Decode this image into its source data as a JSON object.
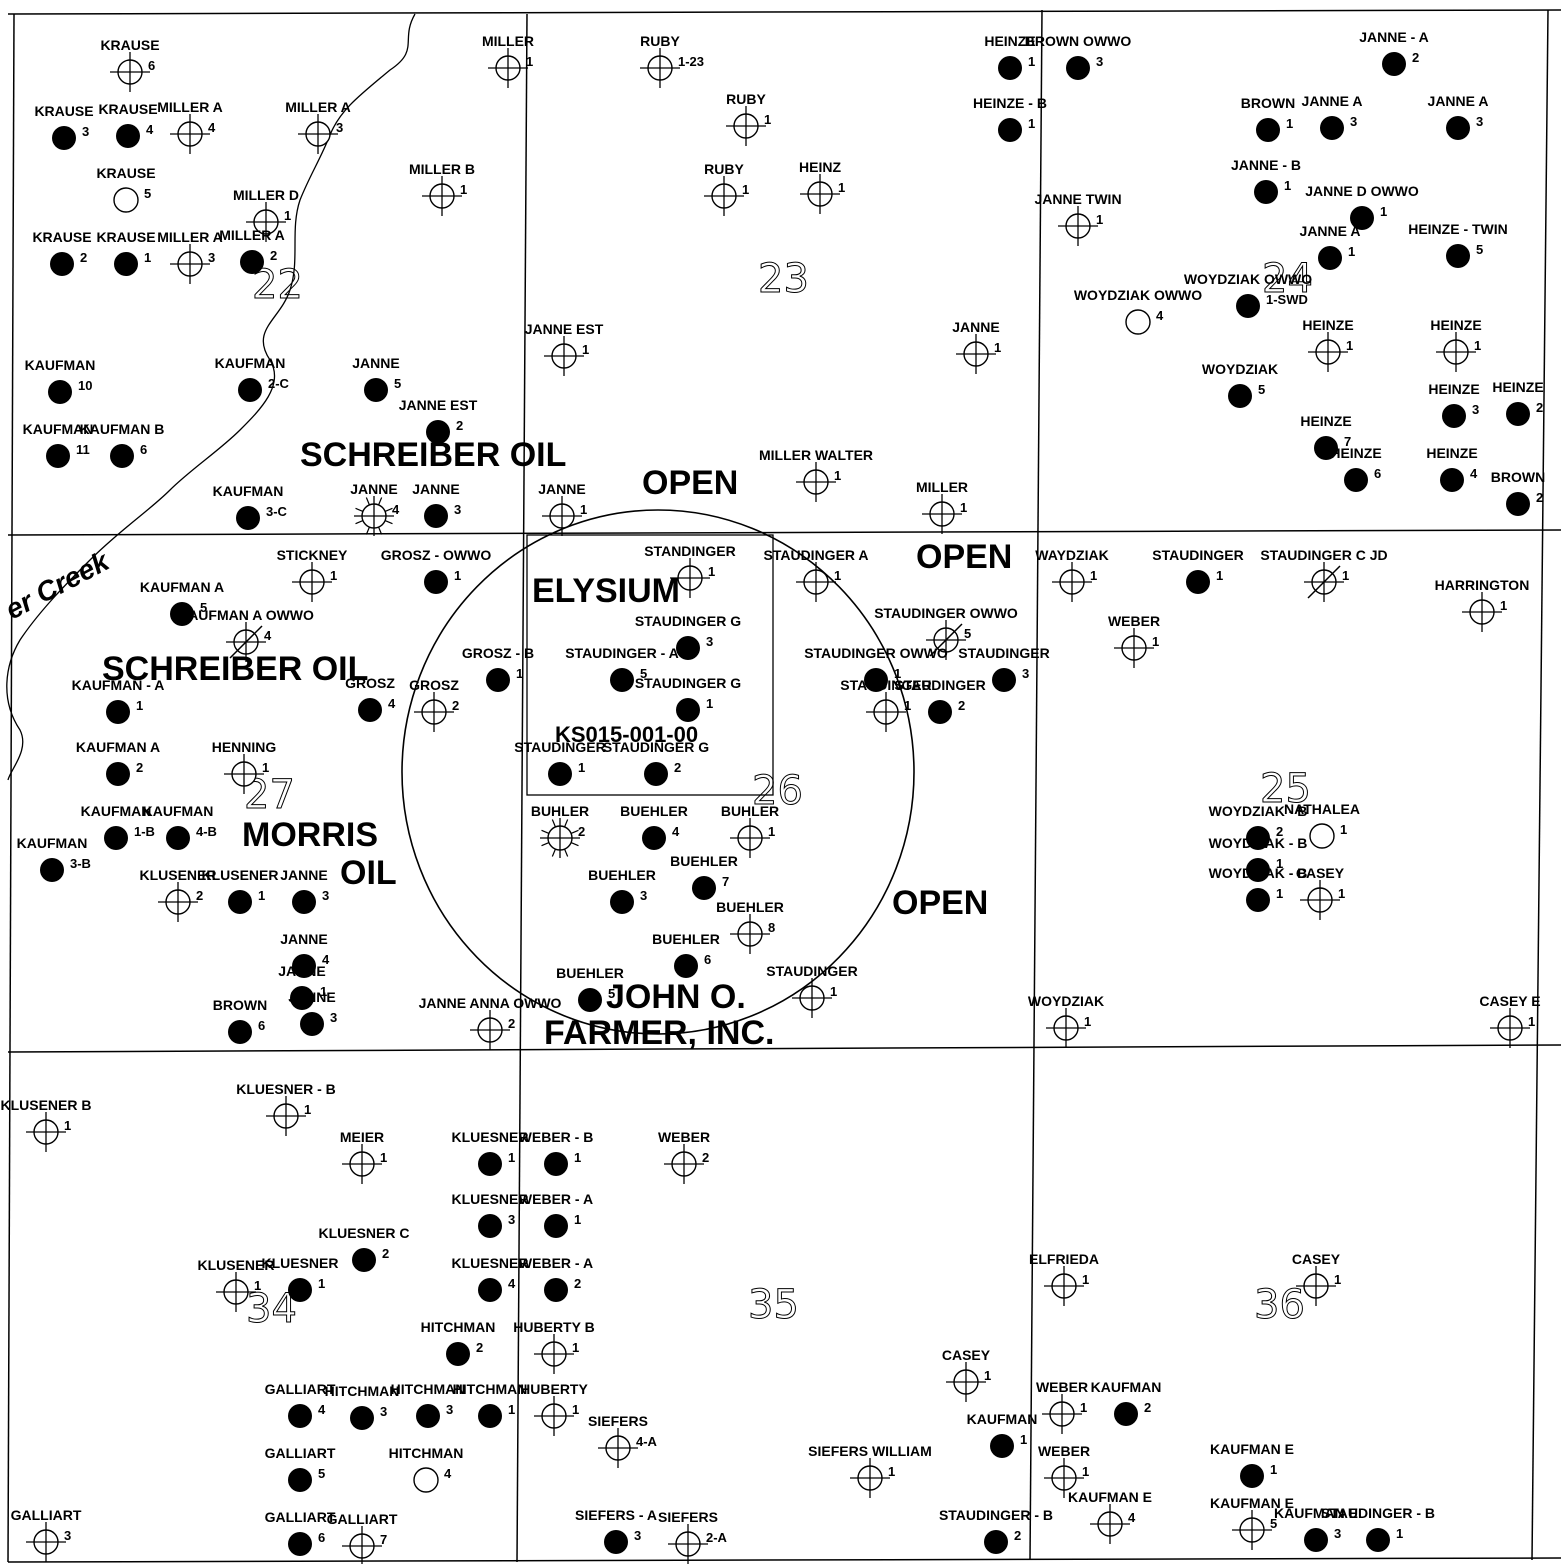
{
  "colors": {
    "ink": "#000000",
    "paper": "#ffffff"
  },
  "sections": [
    "22",
    "23",
    "24",
    "27",
    "26",
    "25",
    "34",
    "35",
    "36"
  ],
  "operators": {
    "schreiber_oil_1": "SCHREIBER OIL",
    "schreiber_oil_2": "SCHREIBER OIL",
    "open_1": "OPEN",
    "open_2": "OPEN",
    "open_3": "OPEN",
    "elysium": "ELYSIUM",
    "morris": "MORRIS",
    "oil": "OIL",
    "john_o": "JOHN O.",
    "farmer": "FARMER, INC."
  },
  "lease_id": "KS015-001-00",
  "creek": "er Creek",
  "wells": [
    [
      "KRAUSE",
      "6",
      "open"
    ],
    [
      "MILLER",
      "1",
      "open"
    ],
    [
      "RUBY",
      "1-23",
      "open"
    ],
    [
      "MILLER A",
      "4",
      "open"
    ],
    [
      "MILLER A",
      "3",
      "open"
    ],
    [
      "RUBY",
      "1",
      "open"
    ],
    [
      "MILLER B",
      "1",
      "open"
    ],
    [
      "RUBY",
      "1",
      "open"
    ],
    [
      "HEINZ",
      "1",
      "open"
    ],
    [
      "KRAUSE",
      "5",
      "empty"
    ],
    [
      "MILLER D",
      "1",
      "open"
    ],
    [
      "KRAUSE",
      "3",
      "dry"
    ],
    [
      "KRAUSE",
      "4",
      "dry"
    ],
    [
      "KRAUSE",
      "2",
      "dry"
    ],
    [
      "KRAUSE",
      "1",
      "dry"
    ],
    [
      "MILLER A",
      "3",
      "open"
    ],
    [
      "MILLER A",
      "2",
      "dry"
    ],
    [
      "KAUFMAN",
      "10",
      "dry"
    ],
    [
      "KAUFMAN",
      "11",
      "dry"
    ],
    [
      "KAUFMAN B",
      "6",
      "dry"
    ],
    [
      "JANNE EST",
      "1",
      "open"
    ],
    [
      "JANNE",
      "5",
      "dry"
    ],
    [
      "JANNE EST",
      "2",
      "dry"
    ],
    [
      "KAUFMAN",
      "2-C",
      "dry"
    ],
    [
      "KAUFMAN",
      "3-C",
      "dry"
    ],
    [
      "JANNE",
      "3",
      "dry"
    ],
    [
      "JANNE",
      "4",
      "gas"
    ],
    [
      "JANNE",
      "1",
      "open"
    ],
    [
      "MILLER WALTER",
      "1",
      "open"
    ],
    [
      "MILLER",
      "1",
      "open"
    ],
    [
      "JANNE",
      "1",
      "open"
    ],
    [
      "HEINZE",
      "1",
      "dry"
    ],
    [
      "BROWN OWWO",
      "3",
      "dry"
    ],
    [
      "HEINZE - B",
      "1",
      "dry"
    ],
    [
      "JANNE TWIN",
      "1",
      "open"
    ],
    [
      "JANNE - A",
      "2",
      "dry"
    ],
    [
      "BROWN",
      "1",
      "dry"
    ],
    [
      "JANNE A",
      "3",
      "dry"
    ],
    [
      "JANNE A",
      "3",
      "dry"
    ],
    [
      "JANNE - B",
      "1",
      "dry"
    ],
    [
      "JANNE D OWWO",
      "1",
      "dry"
    ],
    [
      "JANNE A",
      "1",
      "dry"
    ],
    [
      "HEINZE - TWIN",
      "5",
      "dry"
    ],
    [
      "WOYDZIAK OWWO",
      "4",
      "empty"
    ],
    [
      "WOYDZIAK OWWO",
      "1-SWD",
      "dry"
    ],
    [
      "HEINZE",
      "1",
      "open"
    ],
    [
      "HEINZE",
      "1",
      "open"
    ],
    [
      "WOYDZIAK",
      "5",
      "dry"
    ],
    [
      "HEINZE",
      "3",
      "dry"
    ],
    [
      "HEINZE",
      "2",
      "dry"
    ],
    [
      "HEINZE",
      "7",
      "dry"
    ],
    [
      "HEINZE",
      "6",
      "dry"
    ],
    [
      "HEINZE",
      "4",
      "dry"
    ],
    [
      "BROWN",
      "2",
      "dry"
    ],
    [
      "STICKNEY",
      "1",
      "open"
    ],
    [
      "GROSZ - OWWO",
      "1",
      "dry"
    ],
    [
      "KAUFMAN A",
      "5",
      "dry"
    ],
    [
      "KAUFMAN A OWWO",
      "4",
      "plugged"
    ],
    [
      "KAUFMAN - A",
      "1",
      "dry"
    ],
    [
      "GROSZ - B",
      "1",
      "dry"
    ],
    [
      "GROSZ",
      "2",
      "open"
    ],
    [
      "GROSZ",
      "4",
      "dry"
    ],
    [
      "HENNING",
      "1",
      "open"
    ],
    [
      "KAUFMAN A",
      "2",
      "dry"
    ],
    [
      "KAUFMAN",
      "1-B",
      "dry"
    ],
    [
      "KAUFMAN",
      "4-B",
      "dry"
    ],
    [
      "KAUFMAN",
      "3-B",
      "dry"
    ],
    [
      "KLUSENER",
      "2",
      "open"
    ],
    [
      "KLUSENER",
      "1",
      "dry"
    ],
    [
      "JANNE",
      "3",
      "dry"
    ],
    [
      "JANNE",
      "4",
      "dry"
    ],
    [
      "JANNE",
      "1",
      "dry"
    ],
    [
      "JANNE",
      "3",
      "dry"
    ],
    [
      "JANNE ANNA OWWO",
      "2",
      "open"
    ],
    [
      "BROWN",
      "6",
      "dry"
    ],
    [
      "STANDINGER",
      "1",
      "open"
    ],
    [
      "STAUDINGER A",
      "1",
      "open"
    ],
    [
      "STAUDINGER G",
      "3",
      "dry"
    ],
    [
      "STAUDINGER - A",
      "5",
      "dry"
    ],
    [
      "STAUDINGER G",
      "1",
      "dry"
    ],
    [
      "STAUDINGER",
      "1",
      "dry"
    ],
    [
      "STAUDINGER G",
      "2",
      "dry"
    ],
    [
      "STAUDINGER OWWO",
      "5",
      "plugged"
    ],
    [
      "STAUDINGER OWWO",
      "1",
      "dry"
    ],
    [
      "STAUDINGER",
      "3",
      "dry"
    ],
    [
      "STAUDINGER",
      "2",
      "dry"
    ],
    [
      "STAUDINGER",
      "1",
      "open"
    ],
    [
      "BUHLER",
      "2",
      "gas"
    ],
    [
      "BUEHLER",
      "4",
      "dry"
    ],
    [
      "BUHLER",
      "1",
      "open"
    ],
    [
      "BUEHLER",
      "3",
      "dry"
    ],
    [
      "BUEHLER",
      "7",
      "dry"
    ],
    [
      "BUEHLER",
      "8",
      "open"
    ],
    [
      "BUEHLER",
      "6",
      "dry"
    ],
    [
      "BUEHLER",
      "5",
      "dry"
    ],
    [
      "STAUDINGER",
      "1",
      "open"
    ],
    [
      "WAYDZIAK",
      "1",
      "open"
    ],
    [
      "STAUDINGER",
      "1",
      "dry"
    ],
    [
      "STAUDINGER C JD",
      "1",
      "plugged"
    ],
    [
      "HARRINGTON",
      "1",
      "open"
    ],
    [
      "WEBER",
      "1",
      "open"
    ],
    [
      "WOYDZIAK - B",
      "2",
      "dry"
    ],
    [
      "NATHALEA",
      "1",
      "empty"
    ],
    [
      "CASEY",
      "1",
      "open"
    ],
    [
      "WOYDZIAK - B",
      "1",
      "dry"
    ],
    [
      "WOYDZIAK - B",
      "1",
      "dry"
    ],
    [
      "WOYDZIAK",
      "1",
      "open"
    ],
    [
      "CASEY E",
      "1",
      "open"
    ],
    [
      "KLUESNER - B",
      "1",
      "open"
    ],
    [
      "KLUSENER B",
      "1",
      "open"
    ],
    [
      "MEIER",
      "1",
      "open"
    ],
    [
      "KLUESNER",
      "1",
      "dry"
    ],
    [
      "WEBER - B",
      "1",
      "dry"
    ],
    [
      "WEBER",
      "2",
      "open"
    ],
    [
      "KLUESNER",
      "3",
      "dry"
    ],
    [
      "WEBER - A",
      "1",
      "dry"
    ],
    [
      "KLUESNER C",
      "2",
      "dry"
    ],
    [
      "KLUESNER",
      "4",
      "dry"
    ],
    [
      "WEBER - A",
      "2",
      "dry"
    ],
    [
      "KLUESNER",
      "1",
      "dry"
    ],
    [
      "KLUSENER",
      "1",
      "open"
    ],
    [
      "HITCHMAN",
      "2",
      "dry"
    ],
    [
      "HUBERTY B",
      "1",
      "open"
    ],
    [
      "HUBERTY",
      "1",
      "open"
    ],
    [
      "SIEFERS",
      "4-A",
      "open"
    ],
    [
      "GALLIART",
      "4",
      "dry"
    ],
    [
      "HITCHMAN",
      "3",
      "dry"
    ],
    [
      "HITCHMAN",
      "3",
      "dry"
    ],
    [
      "HITCHMAN",
      "1",
      "dry"
    ],
    [
      "GALLIART",
      "5",
      "dry"
    ],
    [
      "HITCHMAN",
      "4",
      "empty"
    ],
    [
      "GALLIART",
      "6",
      "dry"
    ],
    [
      "GALLIART",
      "7",
      "open"
    ],
    [
      "SIEFERS - A",
      "3",
      "dry"
    ],
    [
      "SIEFERS",
      "2-A",
      "open"
    ],
    [
      "GALLIART",
      "3",
      "open"
    ],
    [
      "SIEFERS WILLIAM",
      "1",
      "open"
    ],
    [
      "ELFRIEDA",
      "1",
      "open"
    ],
    [
      "CASEY",
      "1",
      "open"
    ],
    [
      "CASEY",
      "1",
      "open"
    ],
    [
      "WEBER",
      "1",
      "open"
    ],
    [
      "KAUFMAN",
      "2",
      "dry"
    ],
    [
      "KAUFMAN",
      "1",
      "dry"
    ],
    [
      "WEBER",
      "1",
      "open"
    ],
    [
      "KAUFMAN E",
      "1",
      "dry"
    ],
    [
      "KAUFMAN E",
      "4",
      "open"
    ],
    [
      "KAUFMAN E",
      "5",
      "open"
    ],
    [
      "KAUFMAN E",
      "3",
      "dry"
    ],
    [
      "STAUDINGER - B",
      "1",
      "dry"
    ],
    [
      "STAUDINGER - B",
      "2",
      "dry"
    ],
    [
      "WEBER",
      "1",
      "open"
    ]
  ]
}
